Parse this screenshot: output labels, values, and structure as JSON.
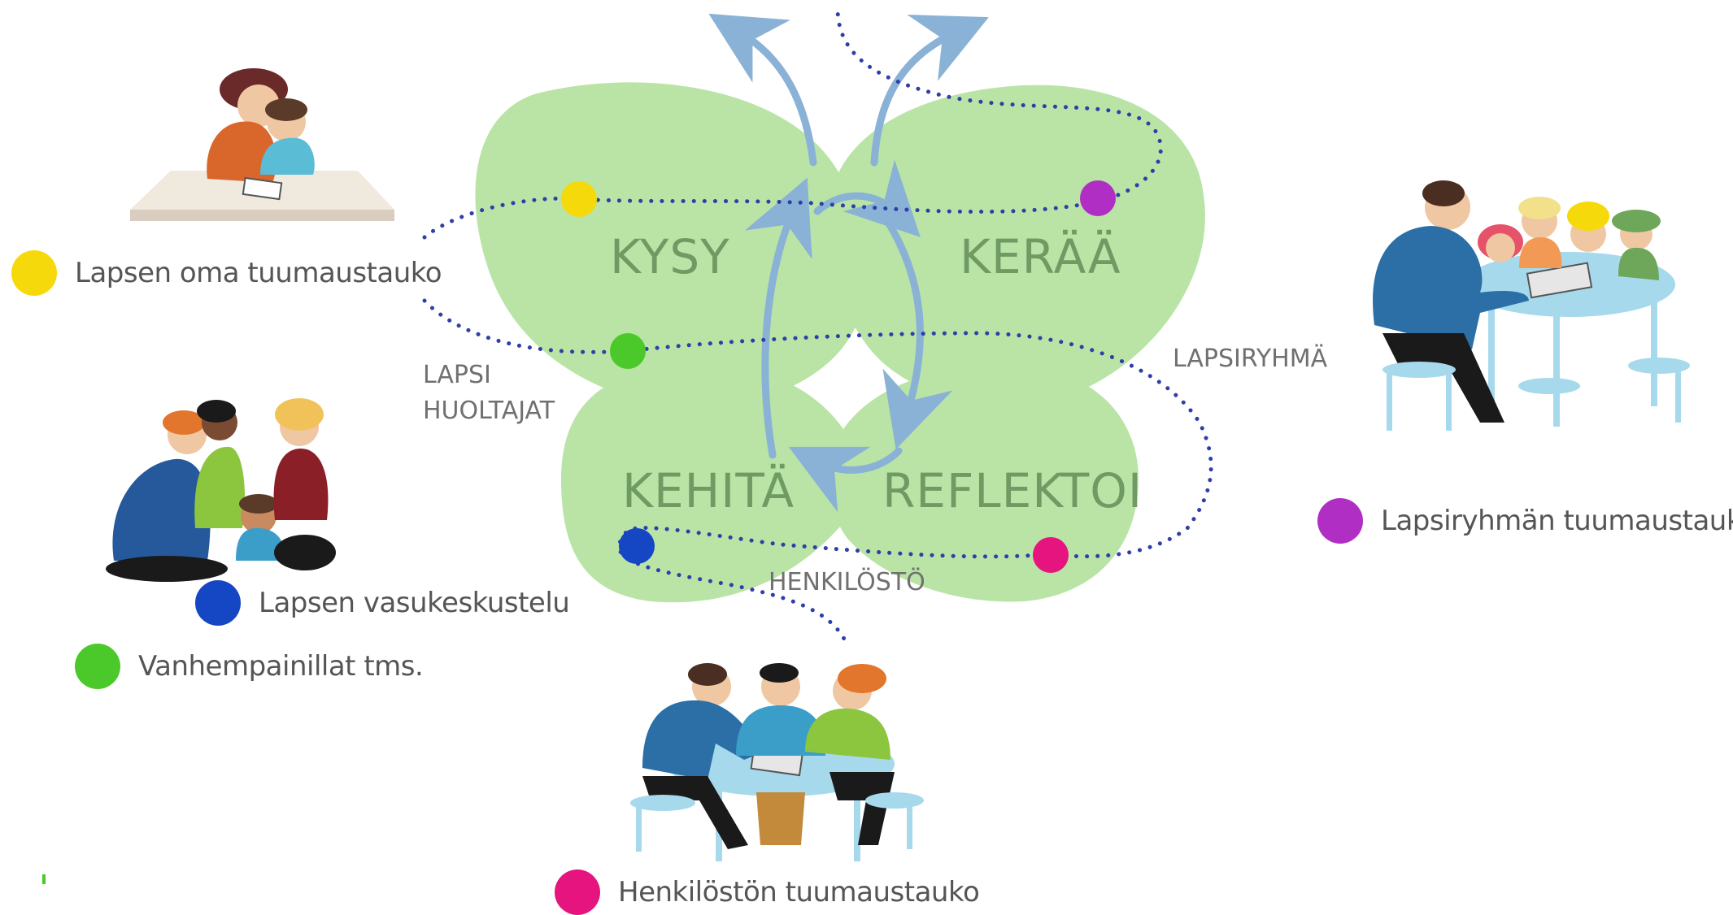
{
  "phases": {
    "kysy": "KYSY",
    "keraa": "KERÄÄ",
    "kehita": "KEHITÄ",
    "reflektoi": "REFLEKTOI"
  },
  "stakeholders": {
    "lapsi": "LAPSI",
    "huoltajat": "HUOLTAJAT",
    "lapsiryhma": "LAPSIRYHMÄ",
    "henkilosto": "HENKILÖSTÖ"
  },
  "legend": [
    {
      "label": "Lapsen oma tuumaustauko",
      "color": "#f5d90a"
    },
    {
      "label": "Lapsen vasukeskustelu",
      "color": "#1546c4"
    },
    {
      "label": "Vanhempainillat tms.",
      "color": "#4cc92a"
    },
    {
      "label": "Lapsiryhmän tuumaustauko",
      "color": "#b02ec4"
    },
    {
      "label": "Henkilöstön tuumaustauko",
      "color": "#e5147e"
    }
  ],
  "colors": {
    "wing": "#8fd46f",
    "path": "#2e3fa8",
    "arrow": "#8ab2d6"
  }
}
